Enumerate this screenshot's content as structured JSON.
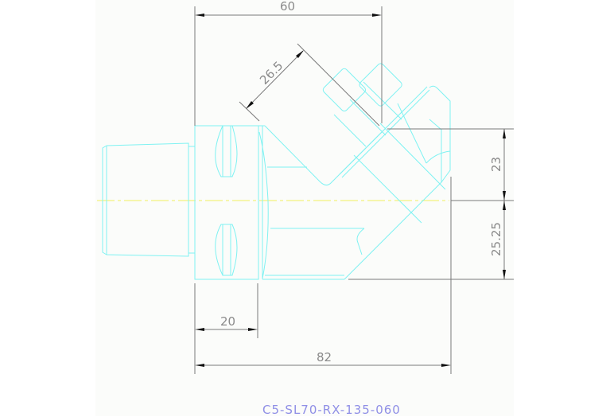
{
  "drawing": {
    "part_number": "C5-SL70-RX-135-060",
    "colors": {
      "part_outline": "#7ff2f2",
      "dimension_lines": "#7a7a7a",
      "centerline": "#f0f060",
      "title_text": "#8f8fe6",
      "background": "#fbfcfa"
    },
    "dimensions": {
      "overall_top": "60",
      "angled_length": "26.5",
      "upper_height": "23",
      "lower_height": "25.25",
      "flange_width": "20",
      "overall_length": "82"
    }
  }
}
